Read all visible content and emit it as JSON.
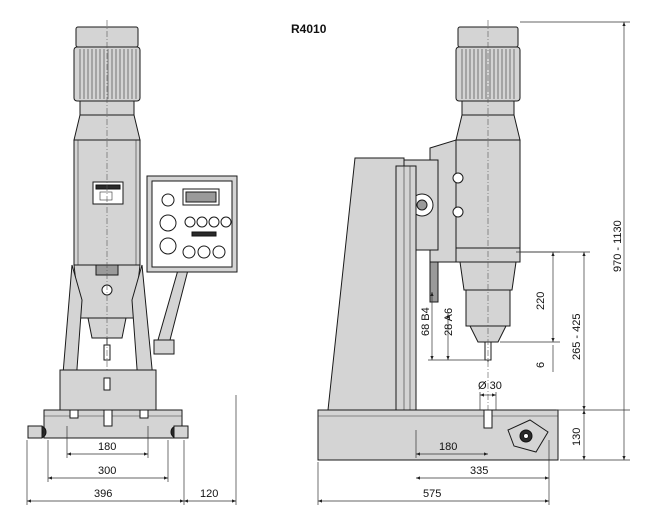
{
  "title": "R4010",
  "front_view": {
    "dim_base_inner": "180",
    "dim_base_mid": "300",
    "dim_base_total": "396",
    "dim_side": "120"
  },
  "side_view": {
    "dim_base_inner": "180",
    "dim_base_depth": "335",
    "dim_total_depth": "575",
    "dim_spindle_dia": "Ø 30",
    "dim_quill_travel": "220",
    "dim_taper_b4": "68 B4",
    "dim_taper_a6": "28 A6",
    "dim_work_range": "265 - 425",
    "dim_tip": "6",
    "dim_total_height": "970 - 1130",
    "dim_base_height": "130"
  }
}
